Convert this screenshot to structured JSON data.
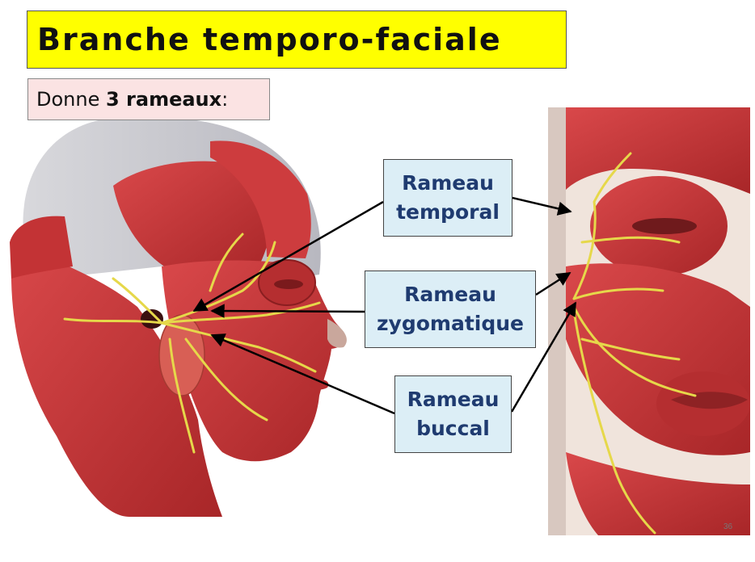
{
  "title": "Branche temporo-faciale",
  "subtitle": {
    "prefix": "Donne ",
    "bold": "3 rameaux",
    "suffix": ":"
  },
  "labels": {
    "temporal": {
      "line1": "Rameau",
      "line2": "temporal"
    },
    "zygomatique": {
      "line1": "Rameau",
      "line2": "zygomatique"
    },
    "buccal": {
      "line1": "Rameau",
      "line2": "buccal"
    }
  },
  "page_number": "36",
  "colors": {
    "title_bg": "#ffff00",
    "subtitle_bg": "#fbe3e3",
    "label_bg": "#dceef6",
    "label_text": "#1f3b70",
    "muscle": "#c8383a",
    "nerve": "#e6d84a"
  }
}
